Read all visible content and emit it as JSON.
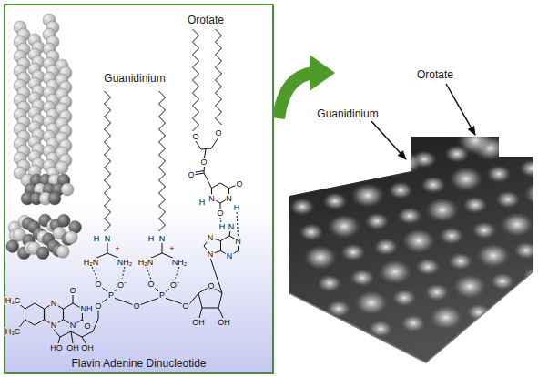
{
  "diagram": {
    "nodes": [
      {
        "text": [
          "Flavin Adenine Dinucleotide"
        ]
      }
    ],
    "labels": [
      "Orotate",
      "Guanidinium",
      "Orotate",
      "Guanidinium",
      "H",
      "N",
      "+",
      "H₂N",
      "NH₂",
      "H",
      "N",
      "+",
      "H₂N",
      "NH₂",
      "O",
      "O⁻",
      "P",
      "O",
      "O",
      "P",
      "O",
      "O⁻",
      "O",
      "H₃C",
      "H₃C",
      "N",
      "N",
      "O",
      "NH",
      "O",
      "N",
      "HO",
      "OH",
      "OH",
      "N",
      "N",
      "N",
      "N",
      "N",
      "H",
      "O",
      "O",
      "O",
      "O",
      "N",
      "H",
      "N",
      "H",
      "O",
      "O",
      "O",
      "OH",
      "OH"
    ]
  }
}
